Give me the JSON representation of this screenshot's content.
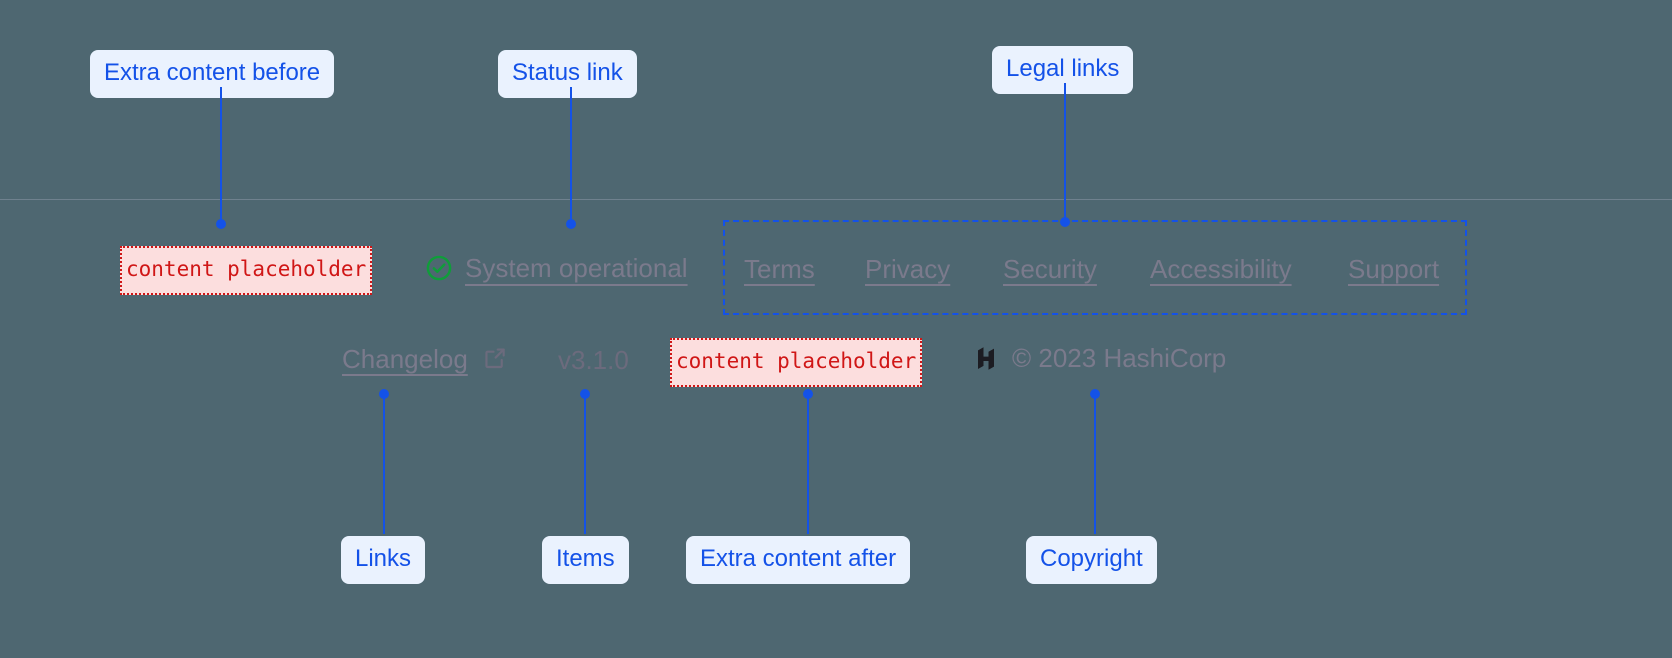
{
  "theme": {
    "background": "#4e6771",
    "annotation_color": "#1452e8",
    "annotation_pill_bg": "#eaf2fe",
    "placeholder_text_color": "#d01616",
    "placeholder_bg": "#fcdede",
    "footer_text_color": "#7b7a8c",
    "status_ok_color": "#0f9d3a"
  },
  "annotations": {
    "extra_content_before": "Extra content before",
    "status_link": "Status link",
    "legal_links": "Legal links",
    "links": "Links",
    "items": "Items",
    "extra_content_after": "Extra content after",
    "copyright": "Copyright"
  },
  "footer": {
    "placeholder_before": "content placeholder",
    "placeholder_after": "content placeholder",
    "status": {
      "icon": "check-circle-icon",
      "label": "System operational"
    },
    "legal_links": [
      {
        "label": "Terms"
      },
      {
        "label": "Privacy"
      },
      {
        "label": "Security"
      },
      {
        "label": "Accessibility"
      },
      {
        "label": "Support"
      }
    ],
    "changelog": {
      "label": "Changelog",
      "icon": "external-link-icon"
    },
    "version": "v3.1.0",
    "brand": {
      "icon": "hashicorp-logo-icon",
      "copyright": "© 2023 HashiCorp"
    }
  }
}
